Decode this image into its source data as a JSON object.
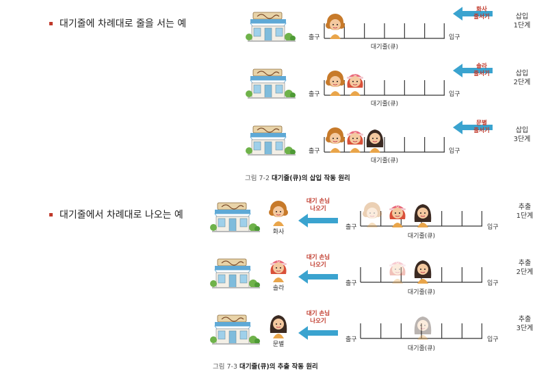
{
  "section_insert": {
    "bullet": "대기줄에 차례대로 줄을 서는 예"
  },
  "section_extract": {
    "bullet": "대기줄에서 차례대로 나오는 예"
  },
  "labels": {
    "exit": "출구",
    "entrance": "입구",
    "queue": "대기줄(큐)"
  },
  "insert_steps": [
    {
      "arrow_label": [
        "화사",
        "줄서기"
      ],
      "stage": [
        "삽입",
        "1단계"
      ],
      "queue": [
        "hwasa"
      ]
    },
    {
      "arrow_label": [
        "솔라",
        "줄서기"
      ],
      "stage": [
        "삽입",
        "2단계"
      ],
      "queue": [
        "hwasa",
        "solar"
      ]
    },
    {
      "arrow_label": [
        "문별",
        "줄서기"
      ],
      "stage": [
        "삽입",
        "3단계"
      ],
      "queue": [
        "hwasa",
        "solar",
        "moonbyul"
      ]
    }
  ],
  "extract_steps": [
    {
      "arrow_label": [
        "대기 손님",
        "나오기"
      ],
      "stage": [
        "추출",
        "1단계"
      ],
      "person_name": "화사"
    },
    {
      "arrow_label": [
        "대기 손님",
        "나오기"
      ],
      "stage": [
        "추출",
        "2단계"
      ],
      "person_name": "솔라"
    },
    {
      "arrow_label": [
        "대기 손님",
        "나오기"
      ],
      "stage": [
        "추출",
        "3단계"
      ],
      "person_name": "문별"
    }
  ],
  "captions": {
    "fig72": {
      "prefix": "그림 7-2 ",
      "bold": "대기줄(큐)의 삽입 작동 원리"
    },
    "fig73": {
      "prefix": "그림 7-3 ",
      "bold": "대기줄(큐)의 추출 작동 원리"
    }
  },
  "colors": {
    "arrow": "#3aa3cf",
    "accent_red": "#c0392b",
    "hwasa": "#c77a2a",
    "solar": "#e96a7a",
    "moonbyul": "#3b2a22"
  },
  "icons": {
    "shop": "shop-building-icon",
    "hwasa": "hwasa-person-icon",
    "solar": "solar-person-icon",
    "moonbyul": "moonbyul-person-icon"
  }
}
